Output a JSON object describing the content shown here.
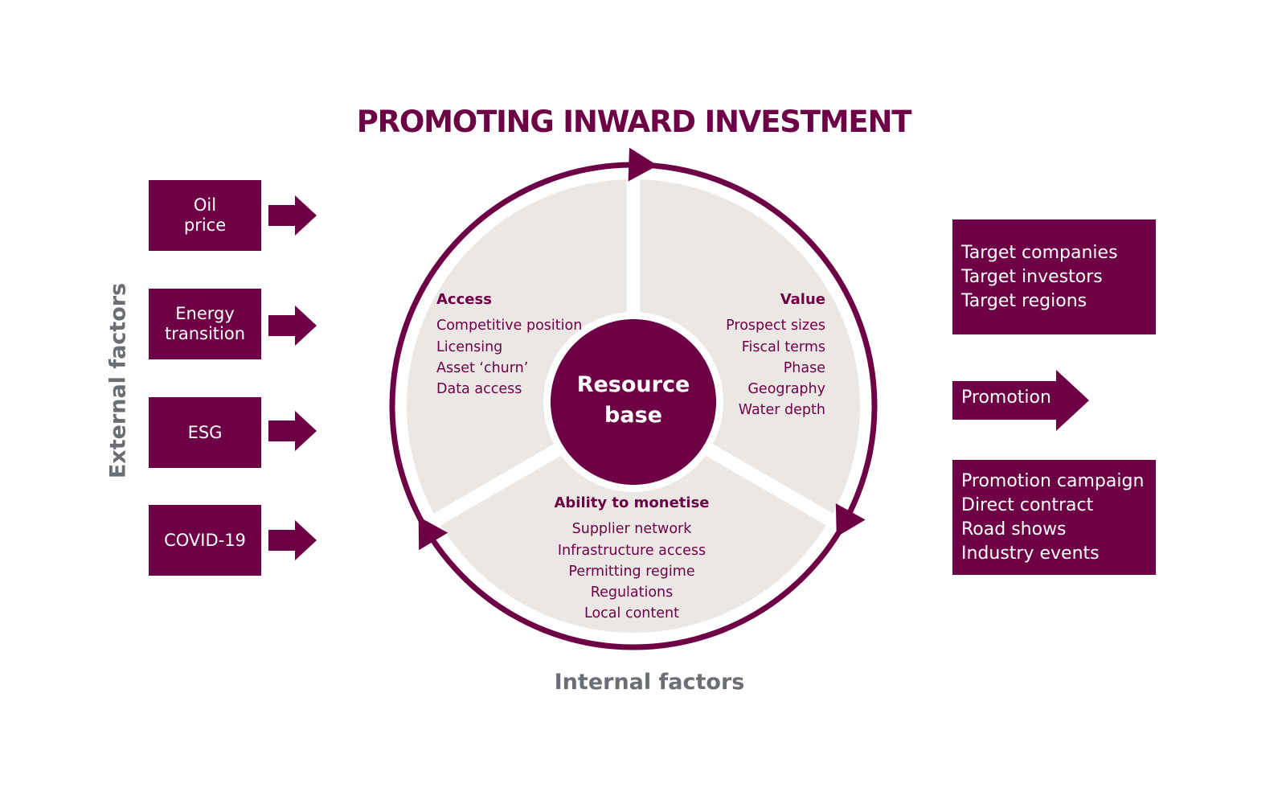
{
  "title": "PROMOTING INWARD INVESTMENT",
  "external_label": "External factors",
  "internal_label": "Internal factors",
  "colors": {
    "brand": "#6e0046",
    "segment_fill": "#ebe7e4",
    "label_grey": "#6b6e72",
    "background": "#ffffff"
  },
  "external_factors": [
    {
      "label": "Oil\nprice",
      "icon": "right-arrow-icon"
    },
    {
      "label": "Energy\ntransition",
      "icon": "right-arrow-icon"
    },
    {
      "label": "ESG",
      "icon": "right-arrow-icon"
    },
    {
      "label": "COVID-19",
      "icon": "right-arrow-icon"
    }
  ],
  "center": {
    "label": "Resource\nbase"
  },
  "segments": {
    "access": {
      "heading": "Access",
      "items": [
        "Competitive position",
        "Licensing",
        "Asset ‘churn’",
        "Data access"
      ]
    },
    "value": {
      "heading": "Value",
      "items": [
        "Prospect sizes",
        "Fiscal terms",
        "Phase",
        "Geography",
        "Water depth"
      ]
    },
    "monetise": {
      "heading": "Ability to monetise",
      "items": [
        "Supplier network",
        "Infrastructure access",
        "Permitting regime",
        "Regulations",
        "Local content"
      ]
    }
  },
  "cycle_arrows": [
    "cycle-arrowhead-top-icon",
    "cycle-arrowhead-right-icon",
    "cycle-arrowhead-left-icon"
  ],
  "right_panel": {
    "targets": [
      "Target companies",
      "Target investors",
      "Target regions"
    ],
    "promotion_label": "Promotion",
    "activities": [
      "Promotion campaign",
      "Direct contract",
      "Road shows",
      "Industry events"
    ]
  }
}
